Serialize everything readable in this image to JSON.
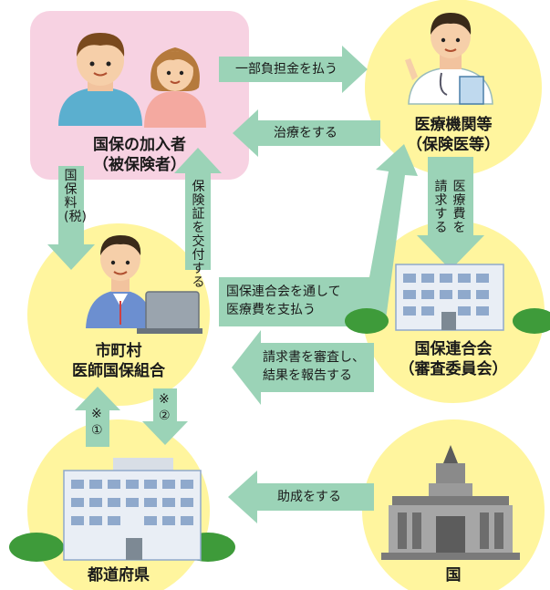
{
  "colors": {
    "node_yellow": "#FFF59E",
    "node_pink": "#F7D2E2",
    "arrow_green": "#9BD3B7",
    "building_blue": "#8FA9CC",
    "tree_green": "#3E9B3A"
  },
  "nodes": {
    "insured": {
      "line1": "国保の加入者",
      "line2": "（被保険者）"
    },
    "medical": {
      "line1": "医療機関等",
      "line2": "（保険医等）"
    },
    "municipality": {
      "line1": "市町村",
      "line2": "医師国保組合"
    },
    "federation": {
      "line1": "国保連合会",
      "line2": "（審査委員会）"
    },
    "prefecture": {
      "line1": "都道府県"
    },
    "nation": {
      "line1": "国"
    }
  },
  "arrows": {
    "copay": "一部負担金を払う",
    "treatment": "治療をする",
    "premium": "国保料(税)",
    "card": "保険証を交付する",
    "claim_col1": "医療費を",
    "claim_col2": "請求する",
    "payment_line1": "国保連合会を通して",
    "payment_line2": "医療費を支払う",
    "review_line1": "請求書を審査し、",
    "review_line2": "結果を報告する",
    "note1_mark": "※",
    "note1_num": "①",
    "note2_mark": "※",
    "note2_num": "②",
    "subsidy": "助成をする"
  },
  "icons": [
    "family-icon",
    "doctor-icon",
    "official-icon",
    "building-icon",
    "diet-building-icon"
  ]
}
